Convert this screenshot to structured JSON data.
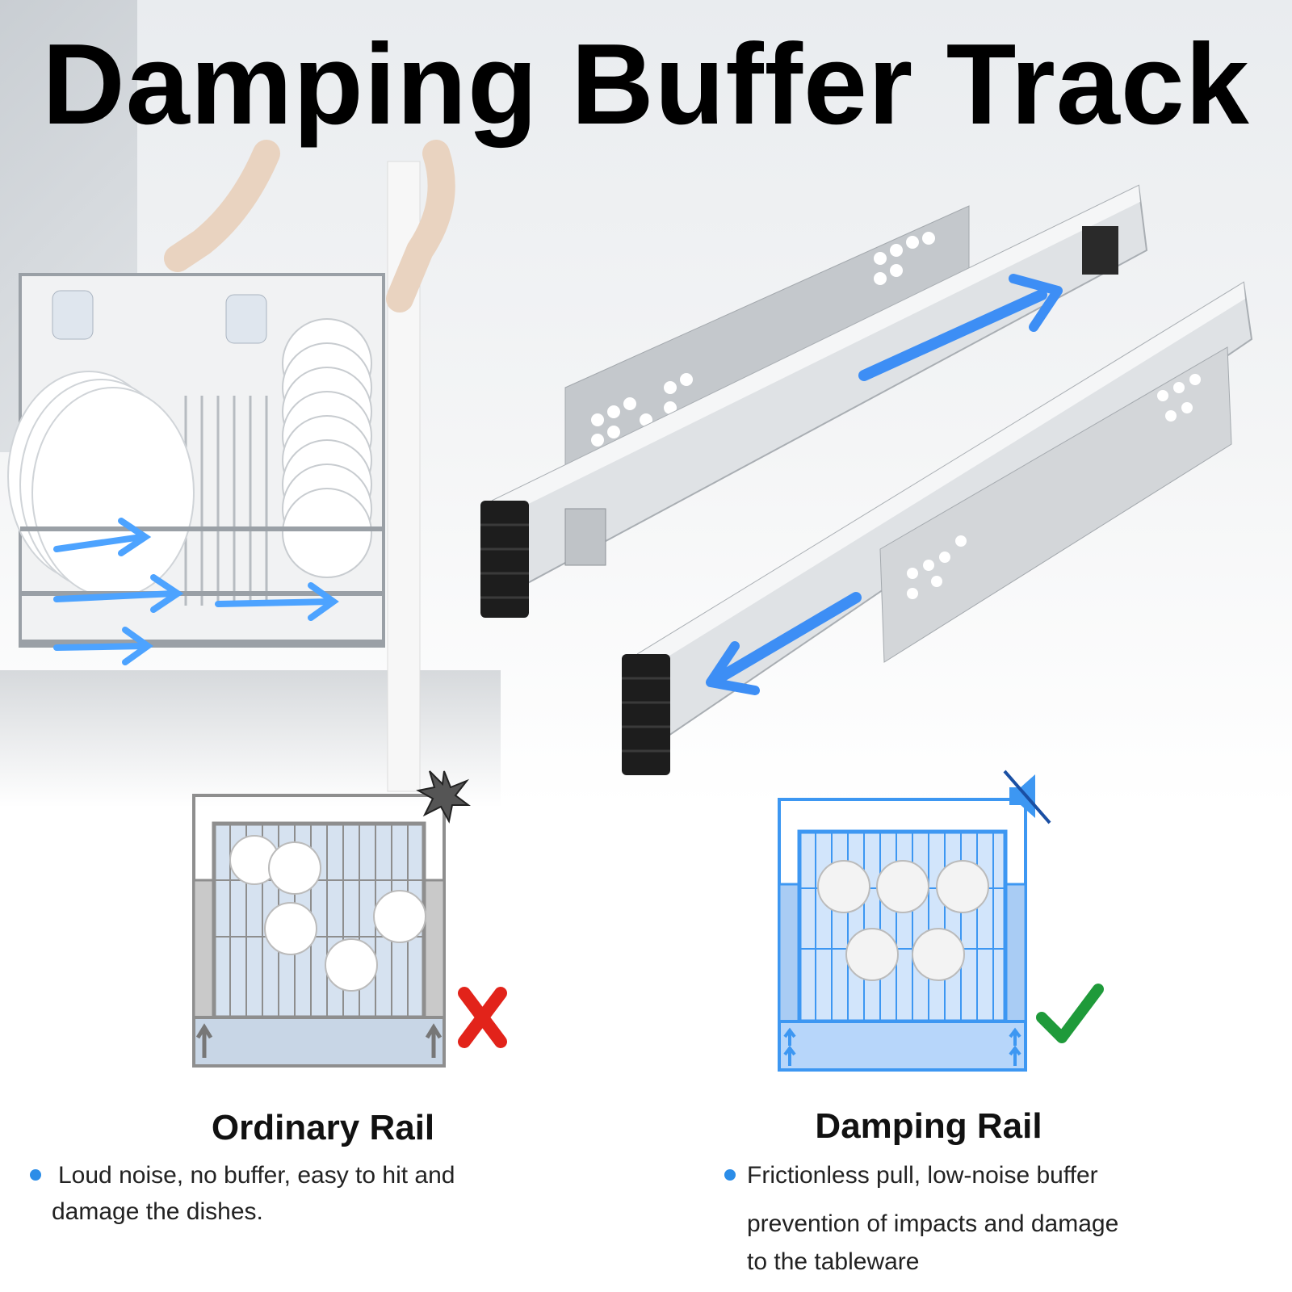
{
  "title": "Damping Buffer Track",
  "colors": {
    "accent_blue": "#2b8de8",
    "cross_red": "#e2231a",
    "check_green": "#1f9a3a",
    "ordinary_gray": "#8e8e8e",
    "damping_blue": "#3d97f2"
  },
  "ordinary": {
    "title": "Ordinary Rail",
    "description": "Loud noise, no buffer, easy to hit and damage the dishes.",
    "marker_icon": "cross-icon",
    "noise_icon": "impact-burst-icon"
  },
  "damping": {
    "title": "Damping Rail",
    "description_lines": [
      "Frictionless pull, low-noise buffer",
      "prevention of impacts and damage",
      "to the tableware"
    ],
    "marker_icon": "check-icon",
    "noise_icon": "muted-speaker-icon"
  }
}
